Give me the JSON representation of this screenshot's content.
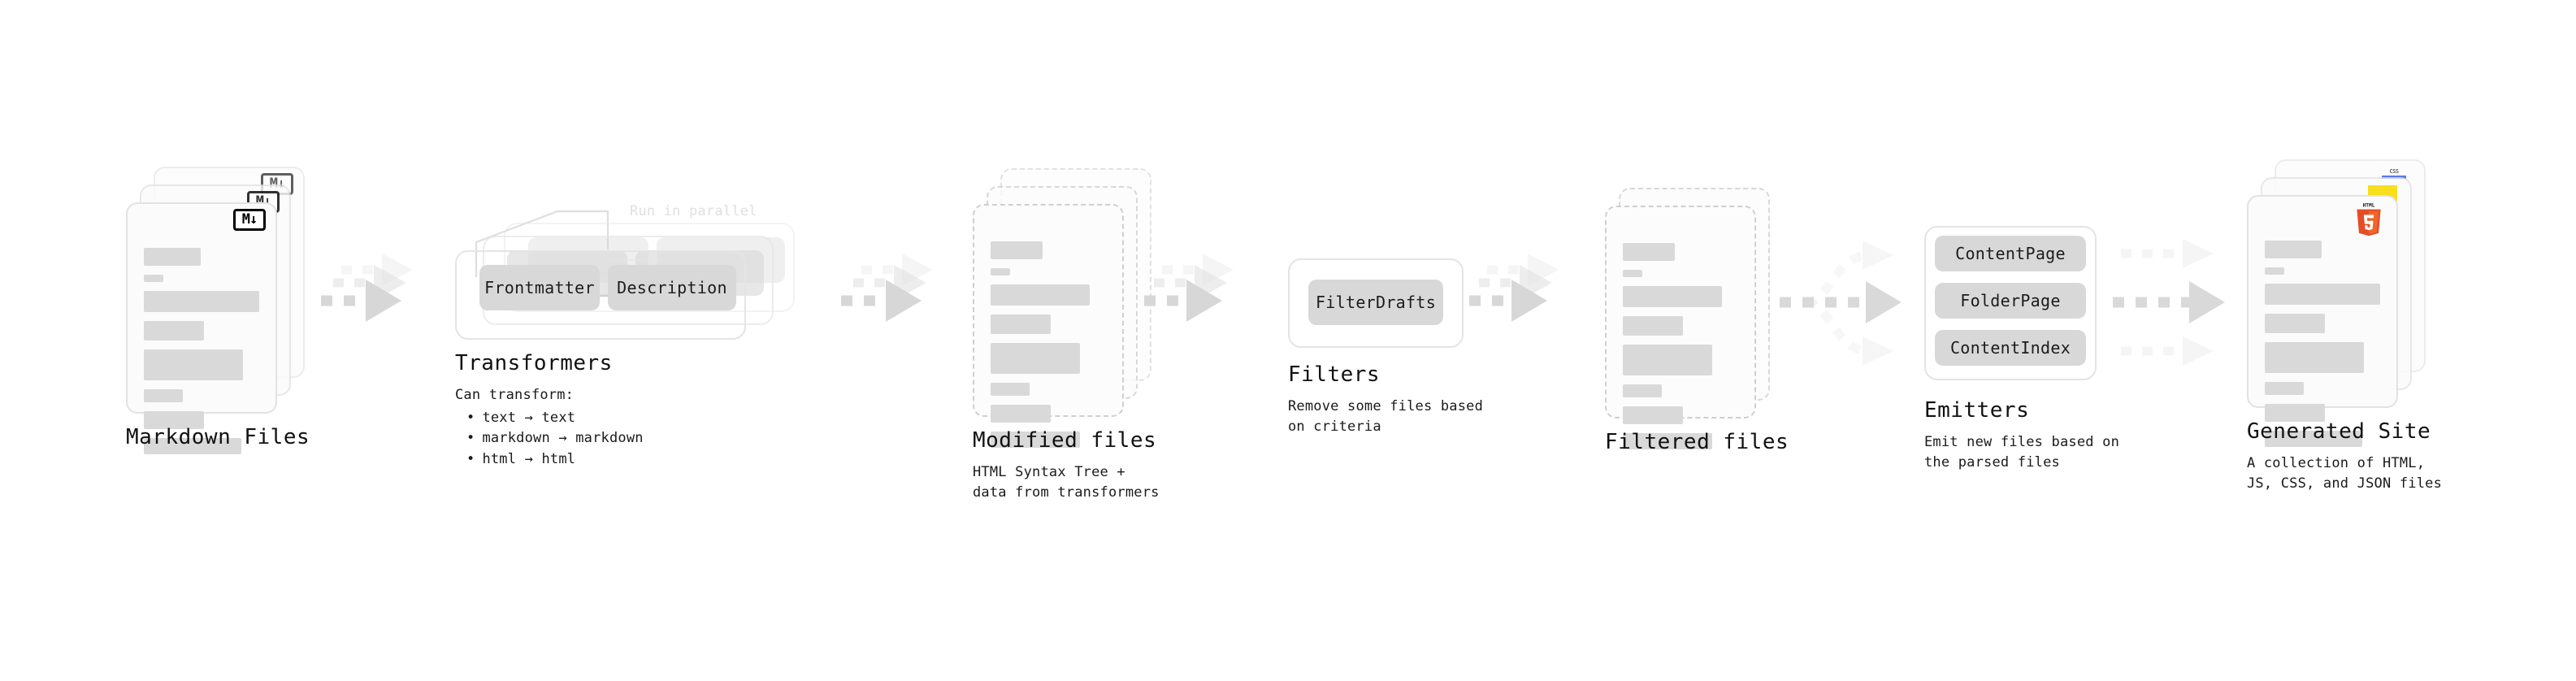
{
  "diagram": {
    "title": "Static site generator build pipeline",
    "colors": {
      "card_bg": "#fbfbfb",
      "card_border": "#e2e2e2",
      "dashed_border": "#cfcfcf",
      "line_fill": "#d9d9d9",
      "chip_bg": "#d8d8d8",
      "arrow": "#dcdcdc",
      "text": "#111111",
      "muted_text": "#e0e0e0",
      "html5": "#e44d26",
      "js": "#f7df1e",
      "css": "#264de4"
    }
  },
  "stages": [
    {
      "id": "markdown-files",
      "title": "Markdown Files",
      "subtitle": "",
      "badge": "markdown-badge",
      "badge_label": "M↓",
      "kind": "doc-stack-solid",
      "layers": 3
    },
    {
      "id": "transformers",
      "title": "Transformers",
      "note": "Run in parallel",
      "kind": "group-stack",
      "layers": 3,
      "chips": [
        "Frontmatter",
        "Description"
      ],
      "bullets": {
        "heading": "Can transform:",
        "items": [
          "text → text",
          "markdown → markdown",
          "html → html"
        ]
      }
    },
    {
      "id": "modified-files",
      "title": "Modified files",
      "subtitle": "HTML Syntax Tree +\ndata from transformers",
      "kind": "doc-stack-dashed",
      "layers": 3
    },
    {
      "id": "filters",
      "title": "Filters",
      "subtitle": "Remove some files based\non criteria",
      "kind": "group-single",
      "chips": [
        "FilterDrafts"
      ]
    },
    {
      "id": "filtered-files",
      "title": "Filtered files",
      "subtitle": "",
      "kind": "doc-stack-dashed",
      "layers": 2
    },
    {
      "id": "emitters",
      "title": "Emitters",
      "subtitle": "Emit new files based on\nthe parsed files",
      "kind": "group-single",
      "chips": [
        "ContentPage",
        "FolderPage",
        "ContentIndex"
      ]
    },
    {
      "id": "generated-site",
      "title": "Generated Site",
      "subtitle": "A collection of HTML,\nJS, CSS, and JSON files",
      "kind": "doc-stack-solid",
      "layers": 3,
      "badges": [
        "html5-badge",
        "js-badge",
        "css-badge"
      ],
      "badge_labels": {
        "css": "CSS",
        "html5": "HTML"
      }
    }
  ],
  "connectors": [
    {
      "id": "arrow-markdown-to-transformers",
      "style": "dashed-triple"
    },
    {
      "id": "arrow-transformers-to-modified",
      "style": "dashed-triple"
    },
    {
      "id": "arrow-modified-to-filters",
      "style": "dashed-triple"
    },
    {
      "id": "arrow-filters-to-filtered",
      "style": "dashed-triple"
    },
    {
      "id": "arrow-filtered-to-emitters",
      "style": "dashed-fanout"
    },
    {
      "id": "arrow-emitters-to-site",
      "style": "dashed-triple-parallel"
    }
  ]
}
